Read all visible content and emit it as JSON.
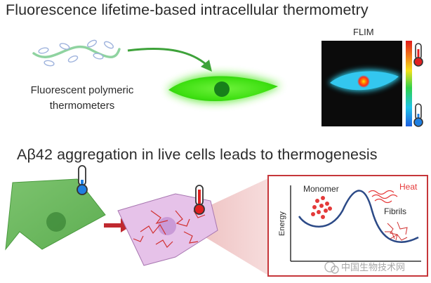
{
  "title_top": "Fluorescence lifetime-based intracellular thermometry",
  "title_bottom": "Aβ42 aggregation in live cells leads to thermogenesis",
  "polymer_label": "Fluorescent polymeric thermometers",
  "flim_label": "FLIM",
  "energy_panel": {
    "y_axis_label": "Energy",
    "monomer_label": "Monomer",
    "heat_label": "Heat",
    "fibrils_label": "Fibrils"
  },
  "watermark": "中国生物技术网",
  "colors": {
    "text": "#2b2b2b",
    "green_cell": "#3fe012",
    "cyan_cell": "#33c7ef",
    "red_accent": "#c0292f",
    "heat_red": "#e63a3a",
    "panel_border": "#c6363a",
    "curve_blue": "#2c4a87"
  },
  "icons": [
    "polymer-chain-icon",
    "thermometer-icon",
    "colorbar-icon",
    "arrow-icon"
  ]
}
